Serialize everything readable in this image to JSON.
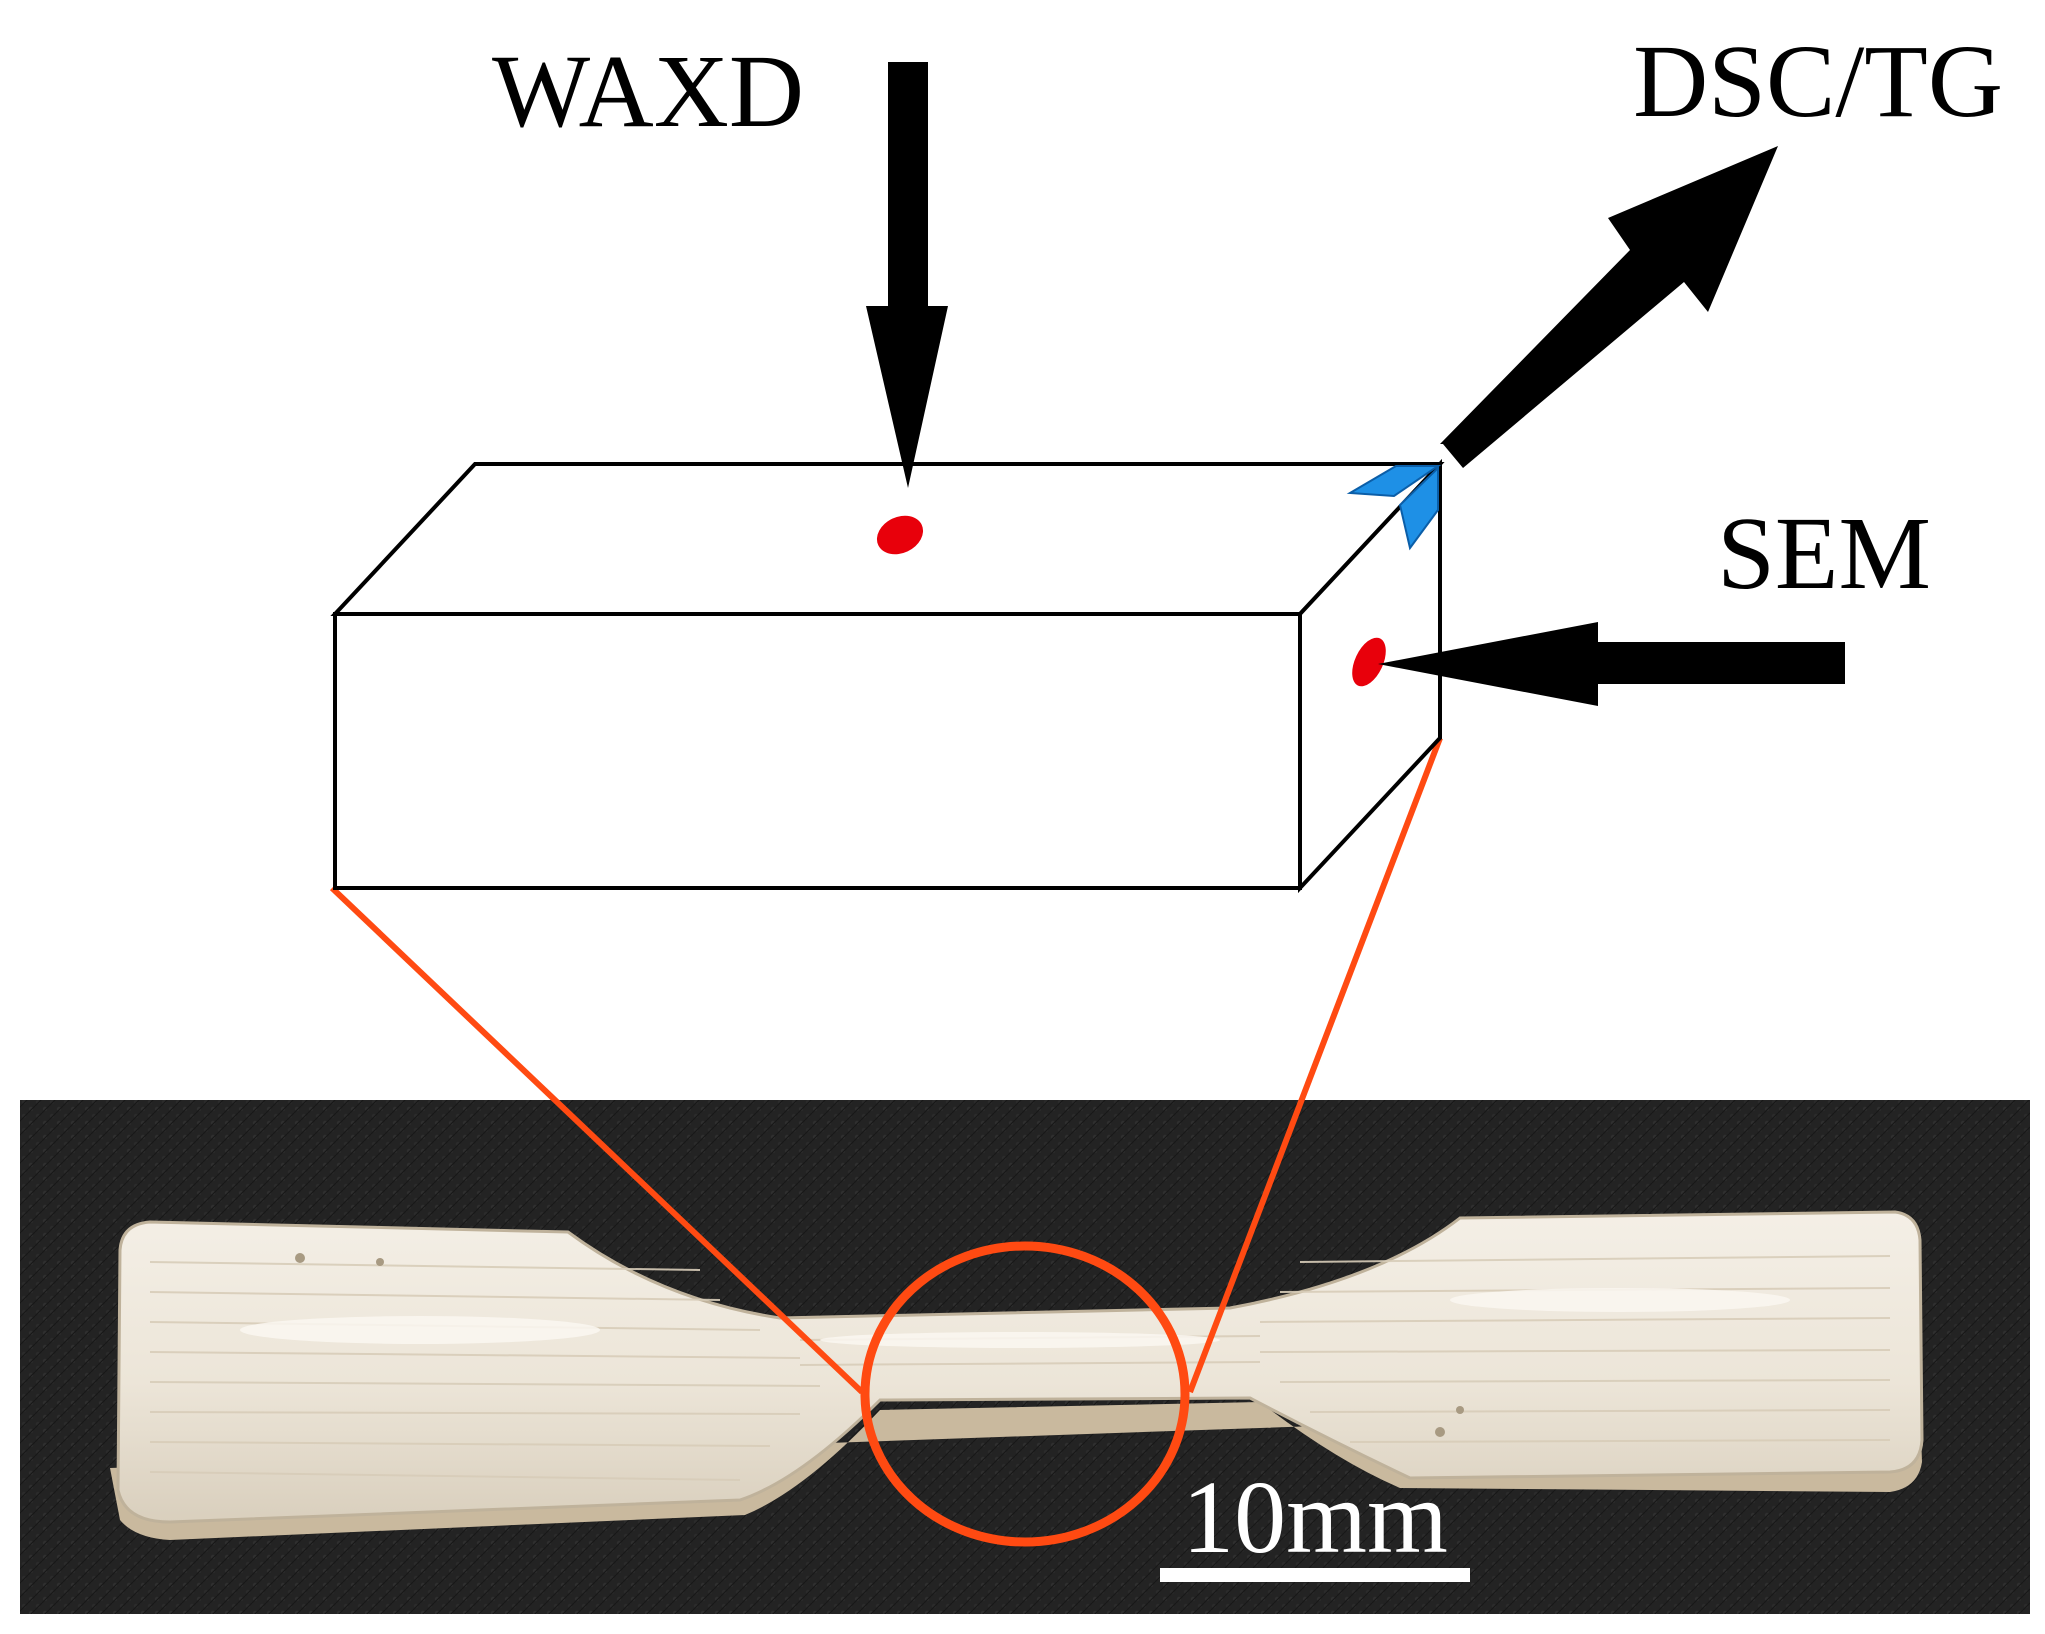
{
  "labels": {
    "waxd": "WAXD",
    "dsc_tg": "DSC/TG",
    "sem": "SEM"
  },
  "scale_bar": {
    "label": "10mm"
  },
  "colors": {
    "outline": "#000000",
    "sample_point": "#e8000b",
    "cut_corner": "#1e90e6",
    "zoom_lines": "#ff4a12",
    "photo_background": "#2a2a2a",
    "specimen": "#efe8dc",
    "scale_bar": "#ffffff"
  }
}
